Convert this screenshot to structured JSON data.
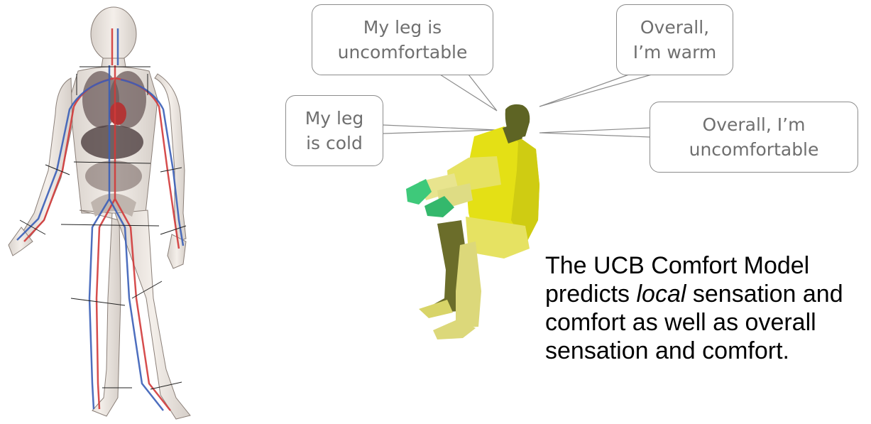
{
  "bubbles": {
    "leg_uncomfortable": [
      "My leg is",
      "uncomfortable"
    ],
    "overall_warm": [
      "Overall,",
      "I’m warm"
    ],
    "leg_cold": [
      "My leg",
      "is cold"
    ],
    "overall_uncomfortable": [
      "Overall, I’m",
      "uncomfortable"
    ]
  },
  "caption": {
    "line1": "The UCB Comfort Model",
    "line2_before": "predicts ",
    "line2_emphasis": "local",
    "line2_after": " sensation and",
    "line3": "comfort as well as overall",
    "line4": "sensation and comfort."
  },
  "colors": {
    "bubble_text": "#6f6f6f",
    "bubble_border": "#8c8c8c",
    "manikin_suit": "#e4e015",
    "manikin_head": "#5e6424",
    "manikin_hands": "#3ec97a",
    "arteries": "#d23a3a",
    "veins": "#3a5fb8"
  },
  "icons": {
    "anatomy": "human-circulatory-system-illustration",
    "manikin": "seated-thermal-manikin"
  }
}
